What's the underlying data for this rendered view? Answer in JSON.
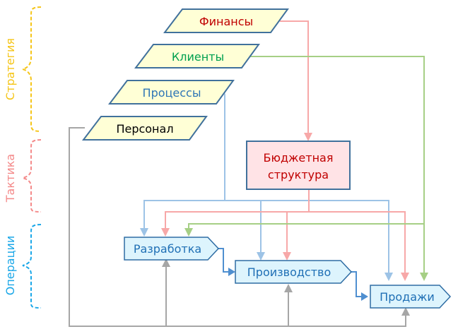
{
  "colors": {
    "strategy": "#F5C518",
    "tactics": "#F48A8A",
    "operations": "#1AA7E8",
    "finance_link": "#F7A8A8",
    "clients_link": "#A6CF85",
    "process_link": "#9DC3E6",
    "staff_link": "#A6A6A6",
    "flow_link": "#4F8FD0",
    "para_fill": "#FFFFD6",
    "para_stroke": "#41719C",
    "budget_fill": "#FFE3E6",
    "ops_fill": "#DDF4FD"
  },
  "levels": [
    {
      "id": "strategy",
      "label": "Стратегия"
    },
    {
      "id": "tactics",
      "label": "Тактика"
    },
    {
      "id": "operations",
      "label": "Операции"
    }
  ],
  "strategy_nodes": [
    {
      "id": "finance",
      "label": "Финансы",
      "text_color": "#C00000"
    },
    {
      "id": "clients",
      "label": "Клиенты",
      "text_color": "#00A050"
    },
    {
      "id": "processes",
      "label": "Процессы",
      "text_color": "#2E75B6"
    },
    {
      "id": "staff",
      "label": "Персонал",
      "text_color": "#000000"
    }
  ],
  "budget_node": {
    "line1": "Бюджетная",
    "line2": "структура",
    "text_color": "#C00000"
  },
  "ops_nodes": [
    {
      "id": "development",
      "label": "Разработка"
    },
    {
      "id": "production",
      "label": "Производство"
    },
    {
      "id": "sales",
      "label": "Продажи"
    }
  ],
  "ops_text_color": "#1F6FB5"
}
